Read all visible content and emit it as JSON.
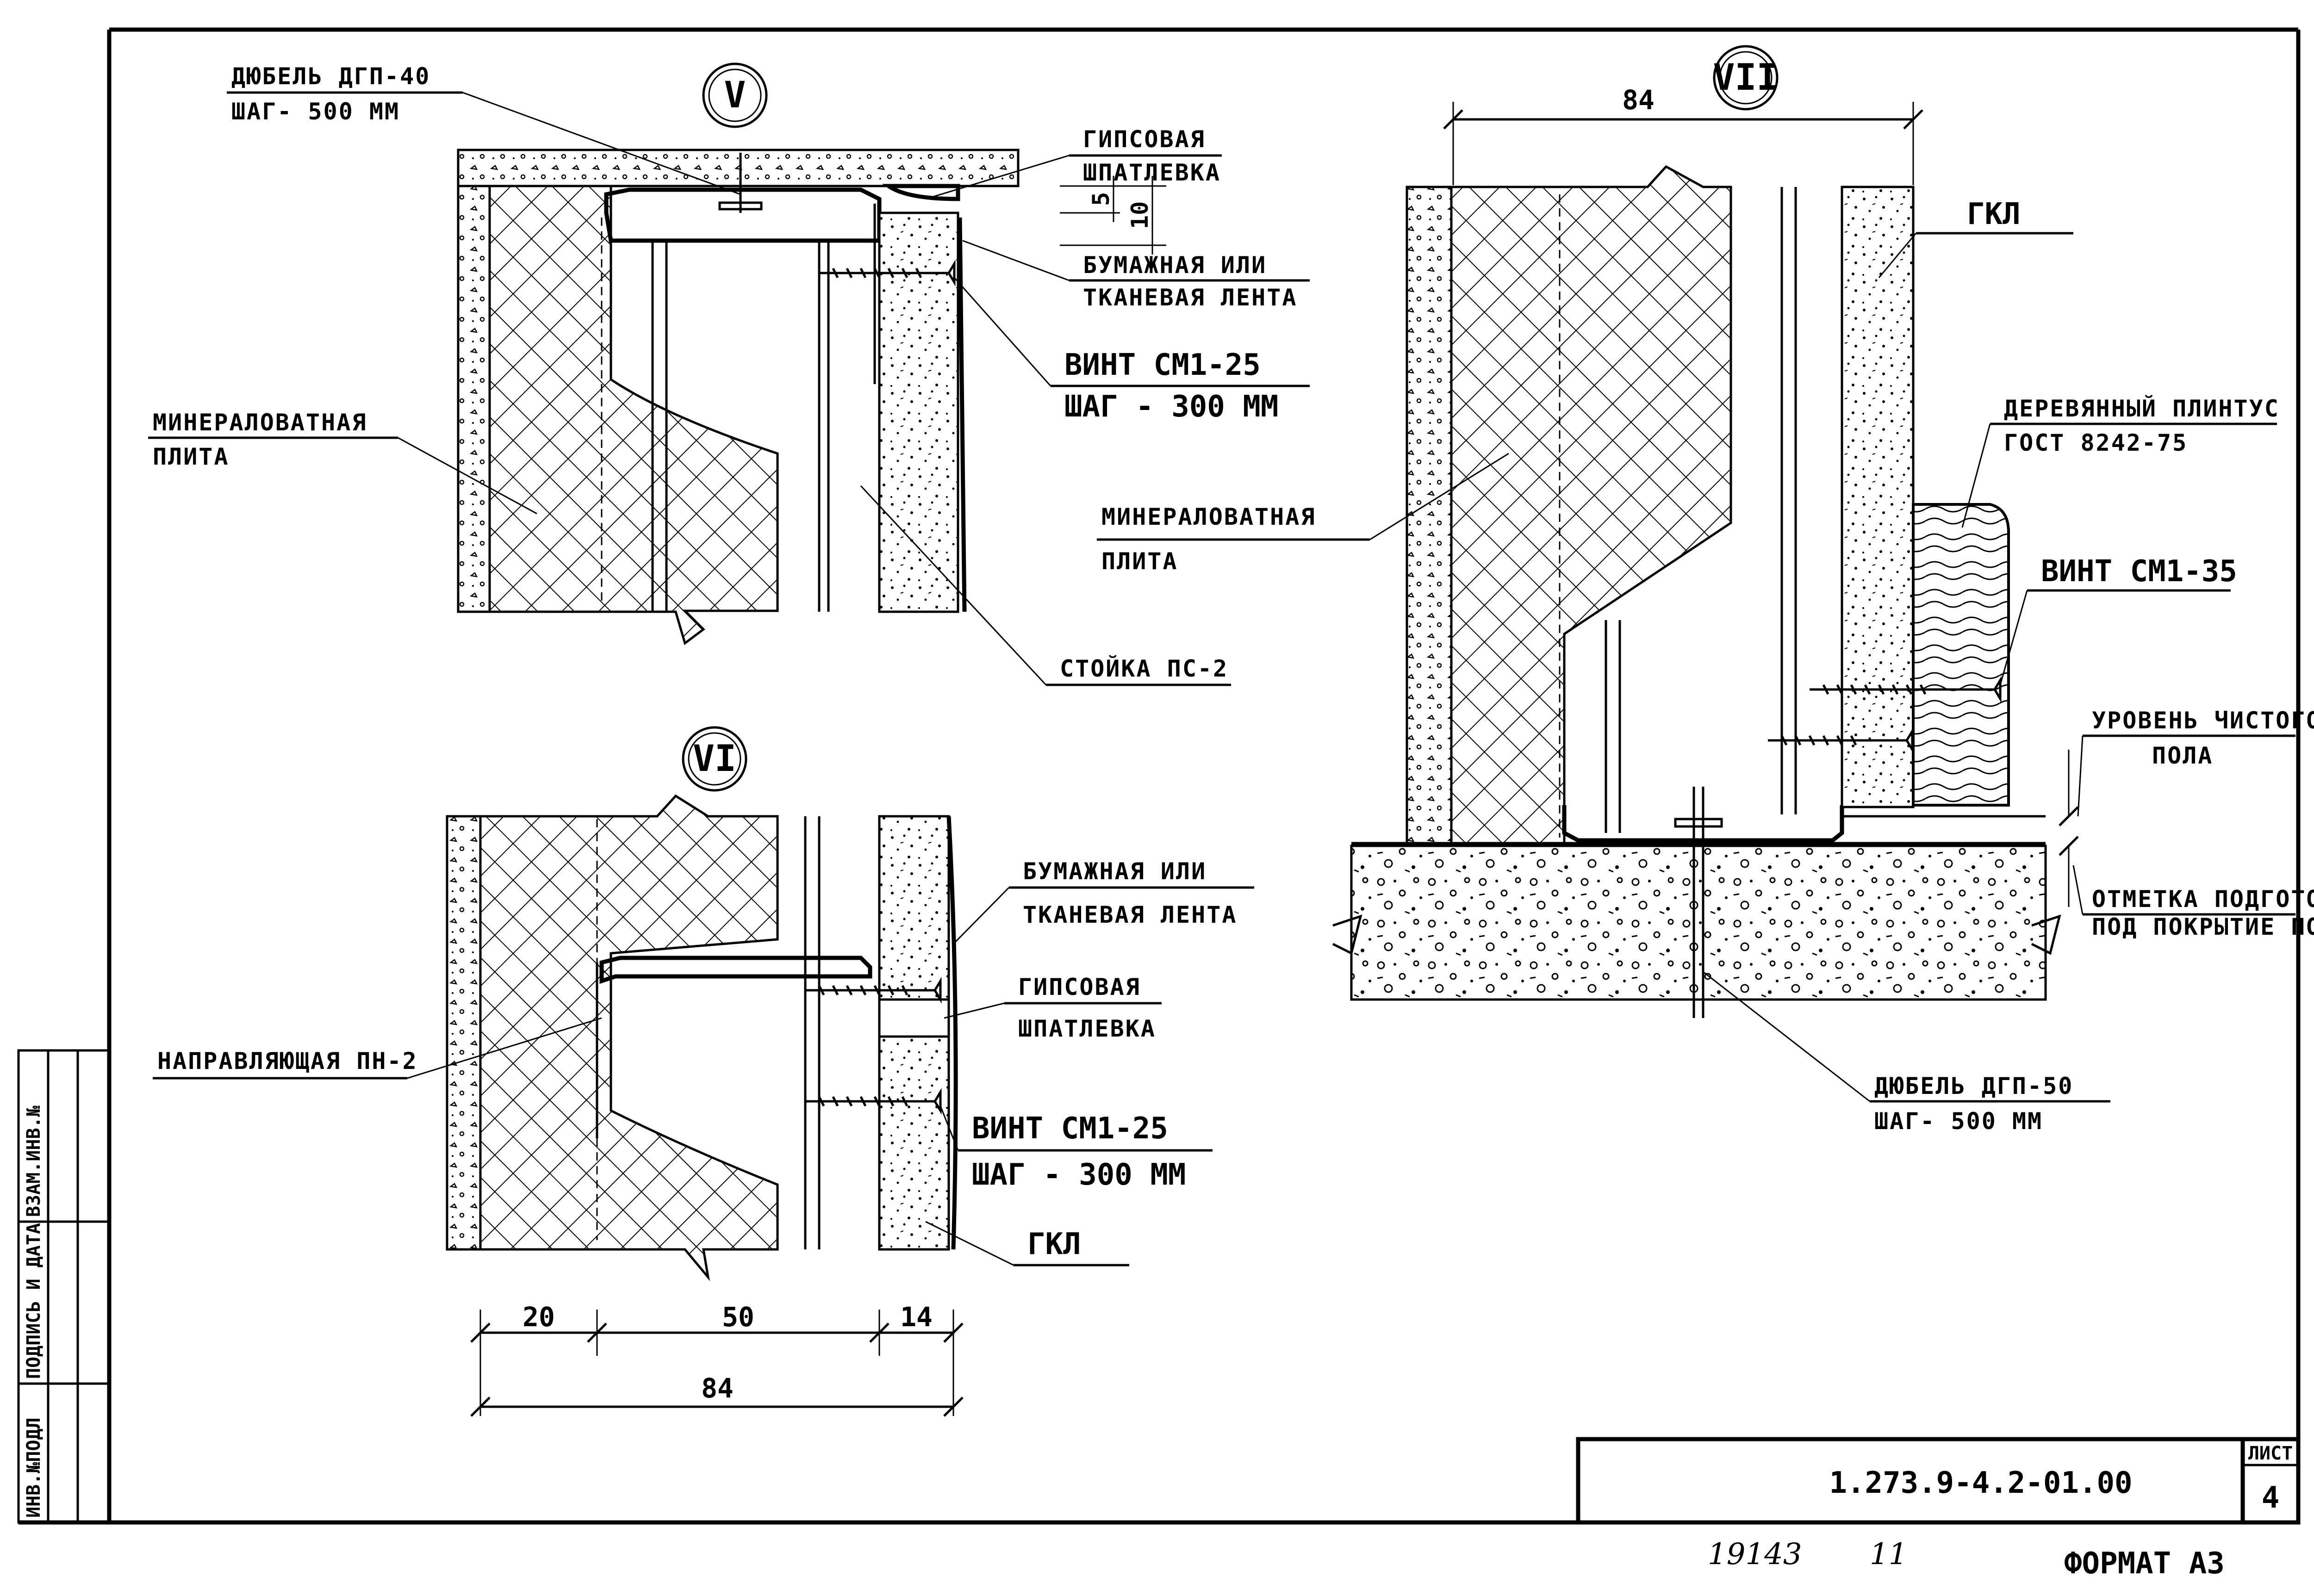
{
  "sections": {
    "v": "V",
    "vi": "VI",
    "vii": "VII"
  },
  "labels_v": {
    "dowel_line1": "ДЮБЕЛЬ ДГП-40",
    "dowel_line2": "ШАГ- 500 ММ",
    "putty_line1": "ГИПСОВАЯ",
    "putty_line2": "ШПАТЛЕВКА",
    "dim_5": "5",
    "dim_10": "10",
    "tape_line1": "БУМАЖНАЯ ИЛИ",
    "tape_line2": "ТКАНЕВАЯ ЛЕНТА",
    "screw_line1": "ВИНТ СМ1-25",
    "screw_line2": "ШАГ - 300 ММ",
    "mineral_line1": "МИНЕРАЛОВАТНАЯ",
    "mineral_line2": "ПЛИТА",
    "stud": "СТОЙКА ПС-2"
  },
  "labels_vi": {
    "tape_line1": "БУМАЖНАЯ ИЛИ",
    "tape_line2": "ТКАНЕВАЯ ЛЕНТА",
    "putty_line1": "ГИПСОВАЯ",
    "putty_line2": "ШПАТЛЕВКА",
    "guide": "НАПРАВЛЯЮЩАЯ ПН-2",
    "screw_line1": "ВИНТ СМ1-25",
    "screw_line2": "ШАГ - 300 ММ",
    "gkl": "ГКЛ",
    "dim_20": "20",
    "dim_50": "50",
    "dim_14": "14",
    "dim_84": "84"
  },
  "labels_vii": {
    "dim_84": "84",
    "gkl": "ГКЛ",
    "plinth_line1": "ДЕРЕВЯННЫЙ ПЛИНТУС",
    "plinth_line2": "ГОСТ 8242-75",
    "mineral_line1": "МИНЕРАЛОВАТНАЯ",
    "mineral_line2": "ПЛИТА",
    "screw": "ВИНТ СМ1-35",
    "floor_line1": "УРОВЕНЬ ЧИСТОГО",
    "floor_line2": "ПОЛА",
    "prep_line1": "ОТМЕТКА ПОДГОТОВКИ",
    "prep_line2": "ПОД ПОКРЫТИЕ ПОЛА",
    "dowel_line1": "ДЮБЕЛЬ ДГП-50",
    "dowel_line2": "ШАГ- 500 ММ"
  },
  "title_block": {
    "doc_number": "1.273.9-4.2-01.00",
    "sheet_label": "ЛИСТ",
    "sheet_number": "4"
  },
  "side_stamp": {
    "col1": "ИНВ.№ПОДЛ",
    "col2": "ПОДПИСЬ И ДАТА",
    "col3": "ВЗАМ.ИНВ.№"
  },
  "footer": {
    "handwritten_number": "19143",
    "handwritten_copy": "11",
    "format": "ФОРМАТ А3"
  }
}
